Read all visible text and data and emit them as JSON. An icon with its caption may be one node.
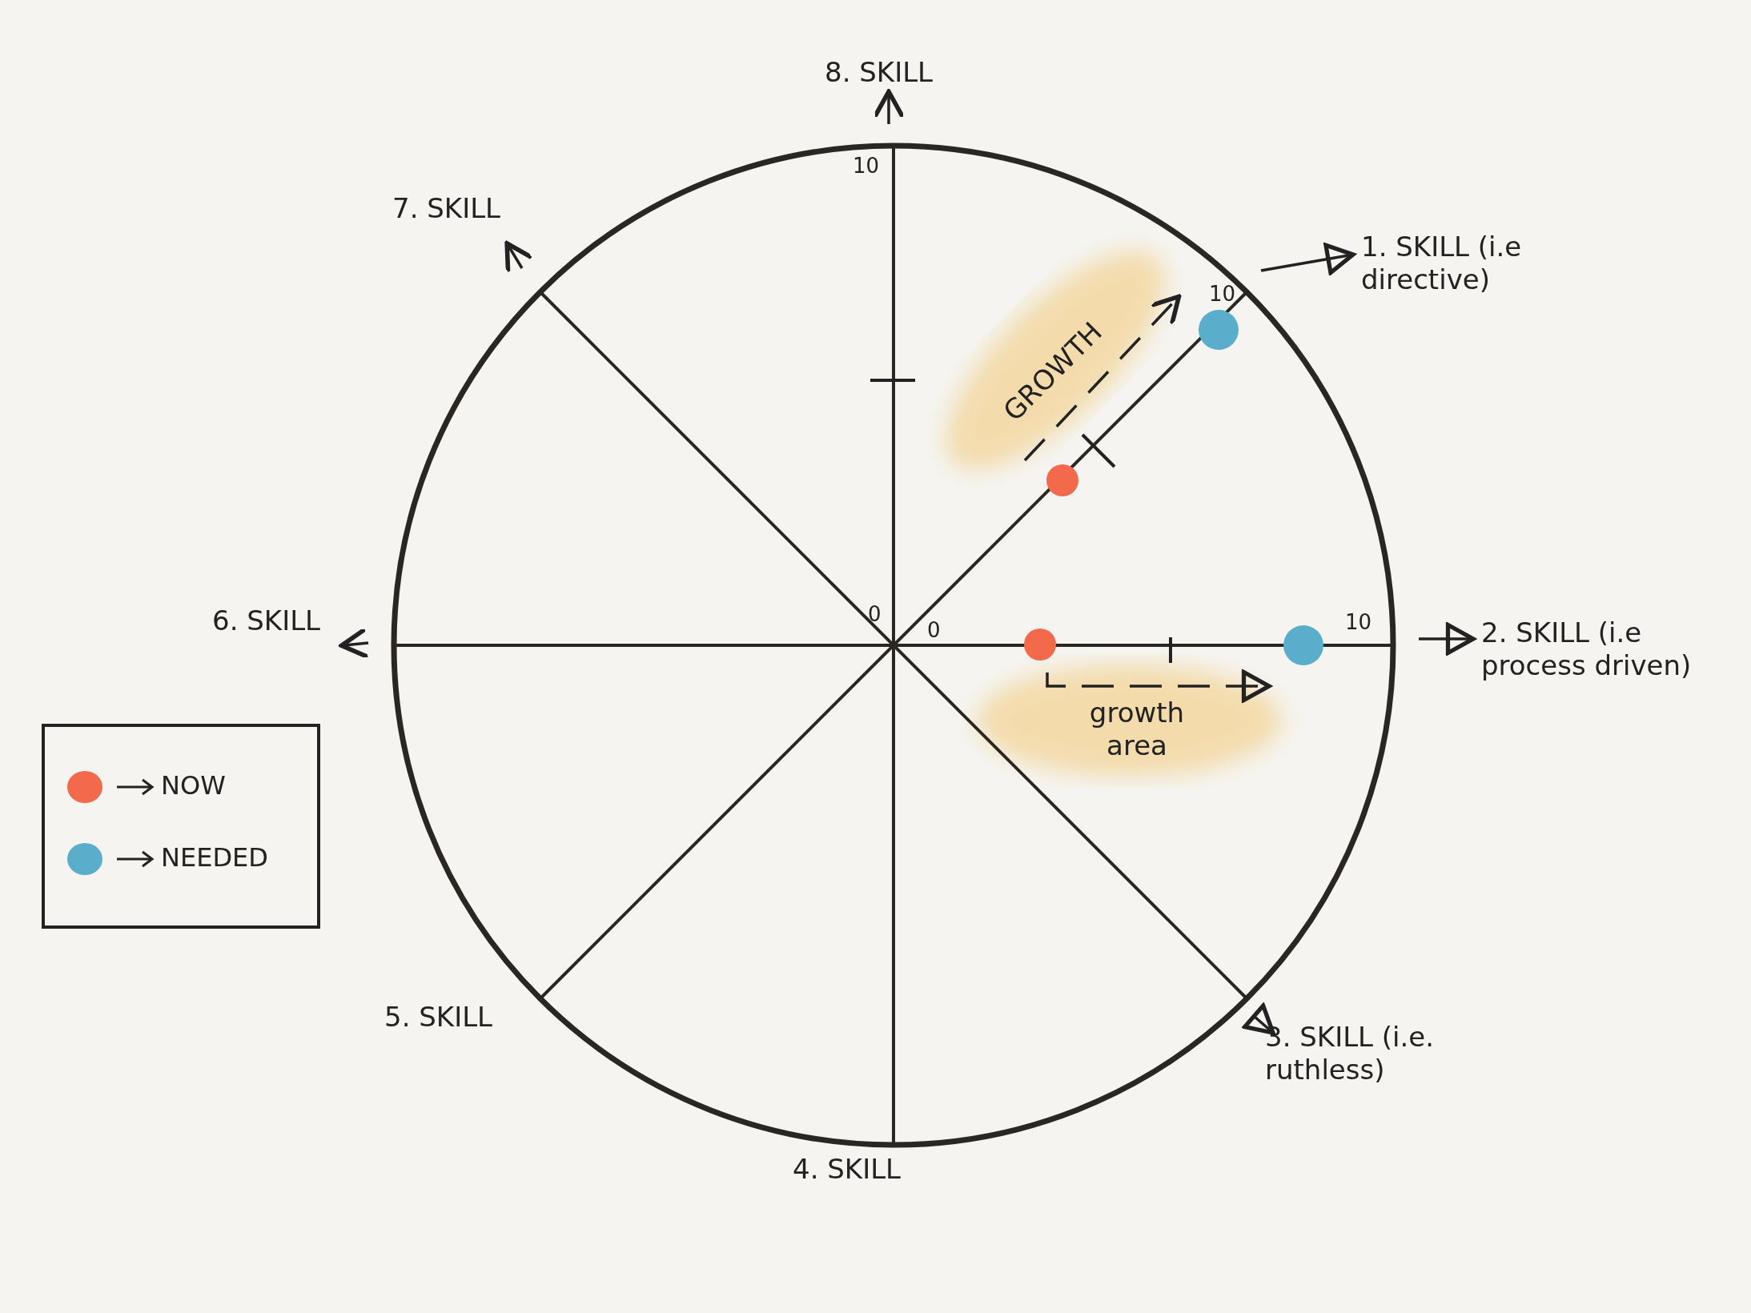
{
  "diagram": {
    "labels": [
      "8. SKILL",
      "10",
      "7. SKILL",
      "1. SKILL (i.e directive)",
      "10",
      "GROWTH",
      "0",
      "0",
      "10",
      "6. SKILL",
      "2. SKILL (i.e process driven)",
      "growth area",
      "5. SKILL",
      "3. SKILL (i.e. ruthless)",
      "4. SKILL"
    ],
    "legend": [
      {
        "text": "NOW",
        "color": "#f26a4b"
      },
      {
        "text": "NEEDED",
        "color": "#5aaecb"
      }
    ]
  }
}
